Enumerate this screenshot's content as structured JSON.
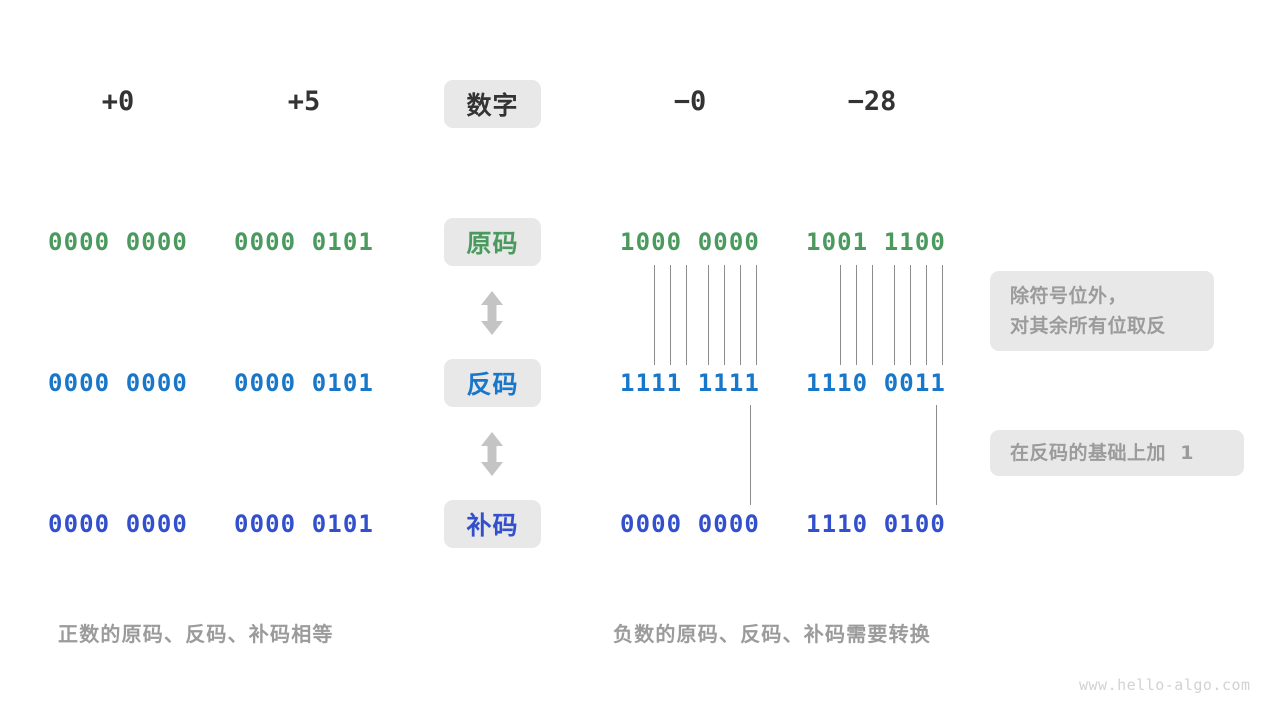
{
  "diagram": {
    "title_watermark": "www.hello-algo.com",
    "colors": {
      "green": "#4a9a5e",
      "blue_ones": "#1877c9",
      "blue_twos": "#3350cc",
      "badge_bg": "#e8e8e8",
      "note_text": "#9b9b9b",
      "line": "#8c8c8c",
      "arrow": "#c4c4c4",
      "header_text": "#333333",
      "background": "#ffffff"
    },
    "header": {
      "label": "数字",
      "columns": [
        "+0",
        "+5",
        "−0",
        "−28"
      ]
    },
    "rows": [
      {
        "label": "原码",
        "label_color": "#4a9a5e",
        "value_color": "#4a9a5e",
        "values": [
          "0000 0000",
          "0000 0101",
          "1000 0000",
          "1001 1100"
        ]
      },
      {
        "label": "反码",
        "label_color": "#1877c9",
        "value_color": "#1877c9",
        "values": [
          "0000 0000",
          "0000 0101",
          "1111 1111",
          "1110 0011"
        ]
      },
      {
        "label": "补码",
        "label_color": "#3350cc",
        "value_color": "#3350cc",
        "values": [
          "0000 0000",
          "0000 0101",
          "0000 0000",
          "1110 0100"
        ]
      }
    ],
    "arrows": {
      "glyph": "up-down-arrow",
      "between_rows": [
        "原码-反码",
        "反码-补码"
      ]
    },
    "notes": [
      {
        "line1": "除符号位外，",
        "line2": "对其余所有位取反"
      },
      {
        "line1": "在反码的基础上加  1",
        "line2": ""
      }
    ],
    "captions": {
      "left": "正数的原码、反码、补码相等",
      "right": "负数的原码、反码、补码需要转换"
    }
  }
}
